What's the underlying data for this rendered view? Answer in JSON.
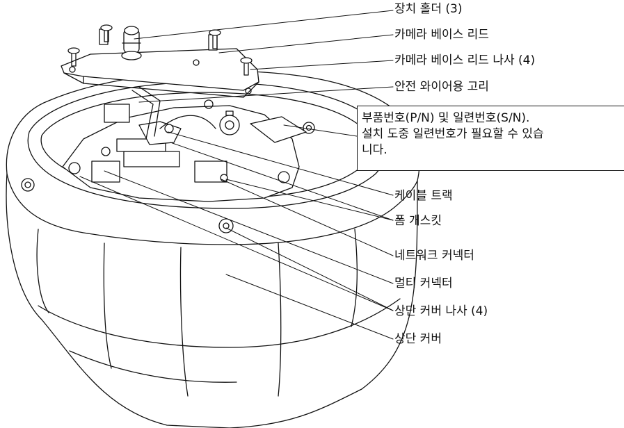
{
  "labels": {
    "device_holder": "장치 홀더 (3)",
    "camera_base_lid": "카메라 베이스 리드",
    "camera_base_lid_screw": "카메라 베이스 리드 나사 (4)",
    "safety_wire_hook": "안전 와이어용 고리",
    "cable_track": "케이블 트랙",
    "foam_gasket": "폼 개스킷",
    "network_connector": "네트워크 커넥터",
    "multi_connector": "멀티 커넥터",
    "top_cover_screw": "상단 커버 나사 (4)",
    "top_cover": "상단 커버"
  },
  "info_box": {
    "line1": "부품번호(P/N) 및 일련번호(S/N).",
    "line2": "설치 도중 일련번호가 필요할 수 있습",
    "line3": "니다."
  }
}
